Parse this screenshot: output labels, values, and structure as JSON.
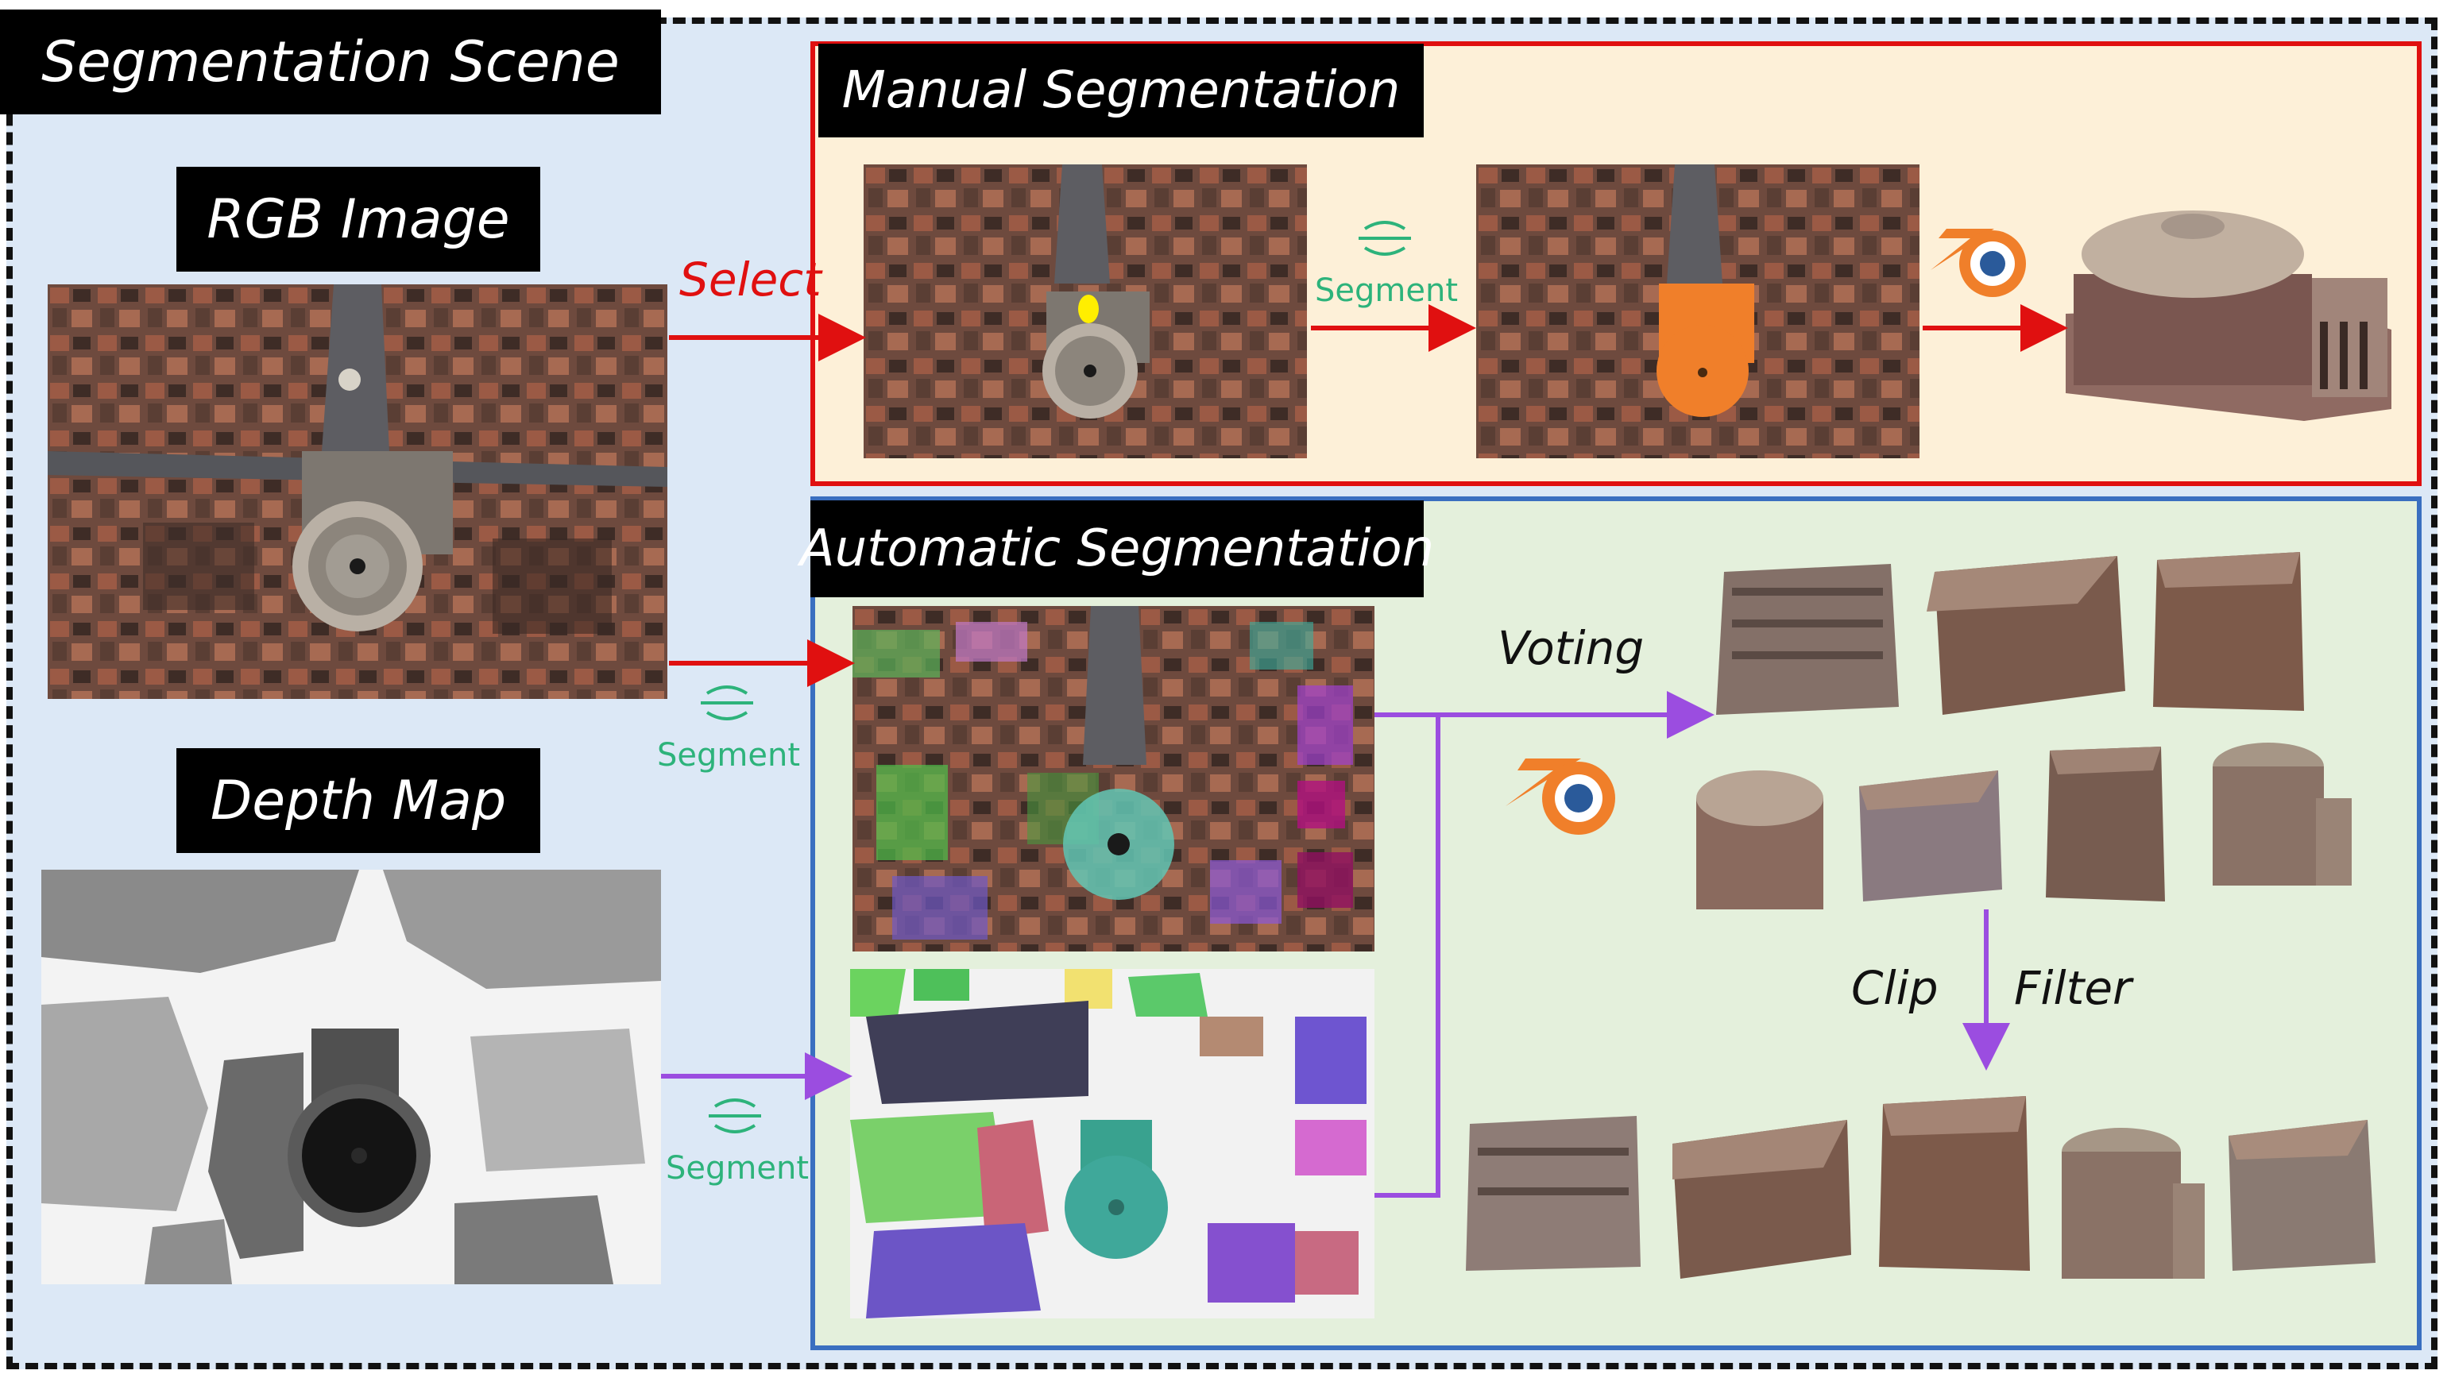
{
  "titles": {
    "scene": "Segmentation Scene",
    "rgb": "RGB Image",
    "depth": "Depth Map",
    "manual": "Manual Segmentation",
    "automatic": "Automatic  Segmentation"
  },
  "labels": {
    "select": "Select",
    "segment": "Segment",
    "voting": "Voting",
    "clip": "Clip",
    "filter": "Filter"
  },
  "colors": {
    "manual_border": "#e01010",
    "auto_border": "#3a6fc0",
    "segment_text": "#2db37b",
    "vote_arrow": "#9b4de0",
    "red_arrow": "#e01010"
  },
  "icons": [
    "blender-icon",
    "segment-icon"
  ]
}
